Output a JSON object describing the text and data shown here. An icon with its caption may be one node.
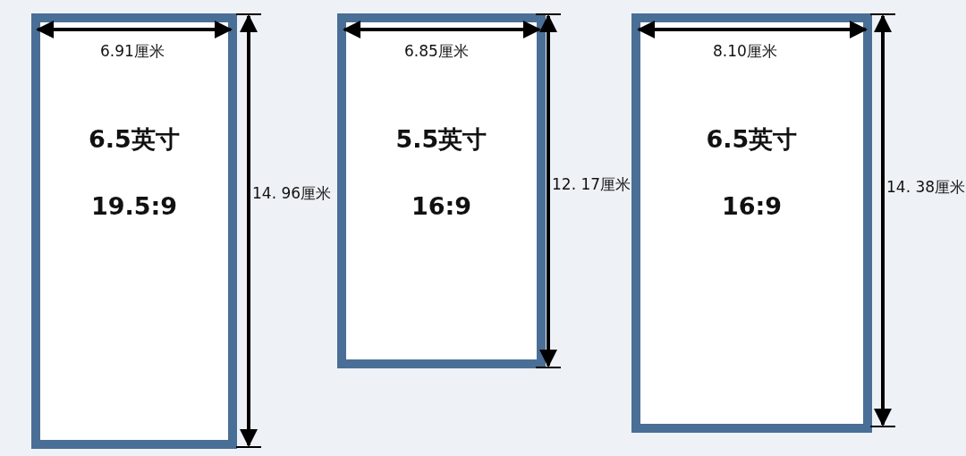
{
  "diagram": {
    "nodes": [
      {
        "text": [
          "6.5英寸",
          "19.5:9"
        ]
      },
      {
        "text": [
          "5.5英寸",
          "16:9"
        ]
      },
      {
        "text": [
          "6.5英寸",
          "16:9"
        ]
      }
    ],
    "labels": [
      "6.91厘米",
      "6.85厘米",
      "8.10厘米",
      "14. 96厘米",
      "12. 17厘米",
      "14. 38厘米"
    ]
  }
}
